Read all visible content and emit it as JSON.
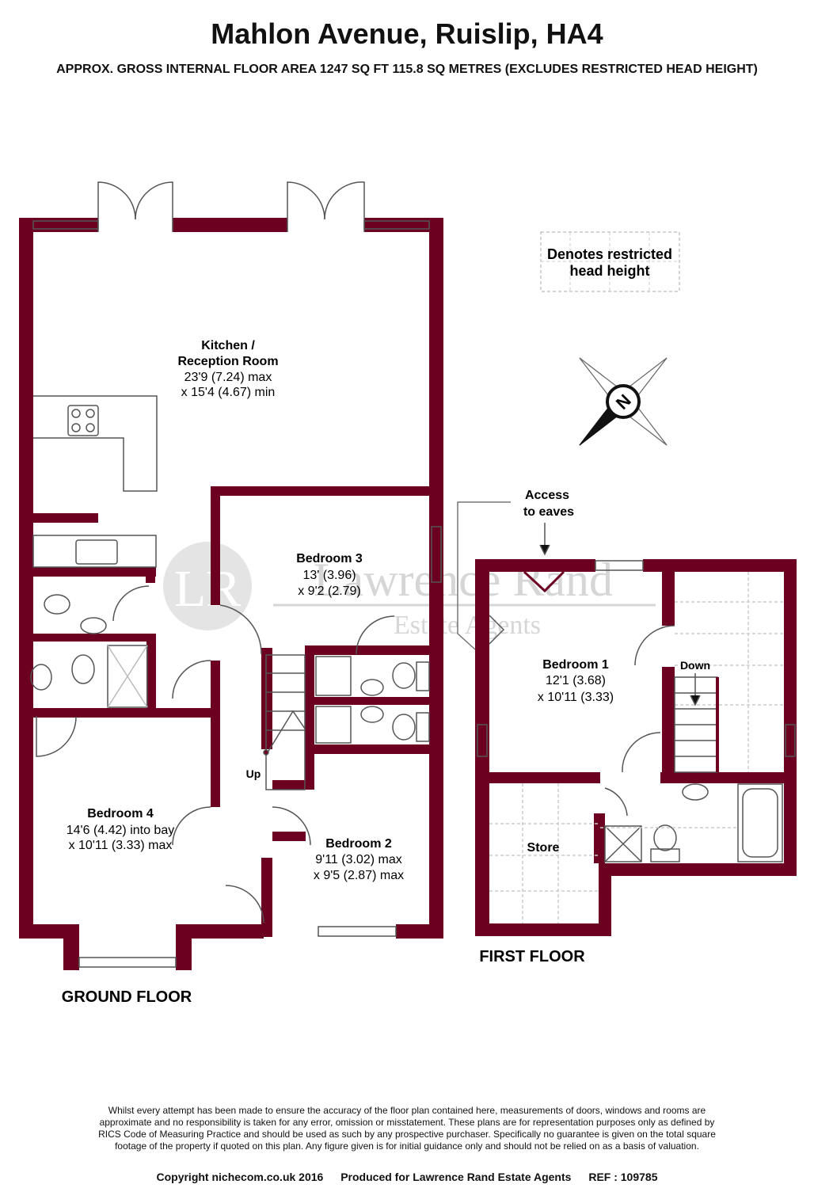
{
  "title": "Mahlon Avenue, Ruislip, HA4",
  "subtitle": "APPROX. GROSS INTERNAL FLOOR AREA 1247 SQ FT 115.8 SQ METRES (EXCLUDES RESTRICTED HEAD HEIGHT)",
  "legend": {
    "line1": "Denotes restricted",
    "line2": "head height"
  },
  "compass": {
    "label": "N"
  },
  "watermark": {
    "monogram": "LR",
    "line1": "Lawrence Rand",
    "line2": "Estate Agents"
  },
  "colors": {
    "wall": "#6b0020",
    "fixture": "#888888",
    "watermark": "#cfcfcf"
  },
  "ground_floor": {
    "label": "GROUND FLOOR",
    "kitchen": {
      "name1": "Kitchen /",
      "name2": "Reception Room",
      "dim1": "23'9 (7.24) max",
      "dim2": "x 15'4 (4.67) min"
    },
    "bedroom3": {
      "name": "Bedroom 3",
      "dim1": "13' (3.96)",
      "dim2": "x 9'2 (2.79)"
    },
    "bedroom4": {
      "name": "Bedroom 4",
      "dim1": "14'6 (4.42) into bay",
      "dim2": "x 10'11 (3.33) max"
    },
    "bedroom2": {
      "name": "Bedroom 2",
      "dim1": "9'11 (3.02) max",
      "dim2": "x 9'5 (2.87) max"
    },
    "stairs_up": "Up"
  },
  "first_floor": {
    "label": "FIRST FLOOR",
    "access": {
      "line1": "Access",
      "line2": "to eaves"
    },
    "bedroom1": {
      "name": "Bedroom 1",
      "dim1": "12'1 (3.68)",
      "dim2": "x 10'11 (3.33)"
    },
    "store": "Store",
    "stairs_down": "Down"
  },
  "disclaimer": "Whilst every attempt has been made to ensure the accuracy of the floor plan contained here, measurements of doors, windows and rooms are approximate and no responsibility is taken for any error, omission or misstatement. These plans are for representation purposes only as defined by RICS Code of Measuring Practice and should be used as such by any prospective purchaser. Specifically no guarantee is given on the total square footage of the property if quoted on this plan. Any figure given is for initial guidance only and should not be relied on as a basis of valuation.",
  "footer": {
    "copyright": "Copyright nichecom.co.uk 2016",
    "produced": "Produced for Lawrence Rand Estate Agents",
    "ref": "REF : 109785"
  }
}
